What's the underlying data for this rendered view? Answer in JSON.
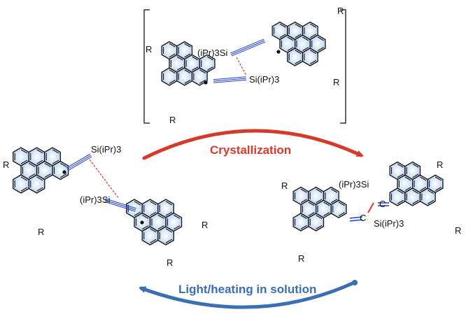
{
  "colors": {
    "crystallization": "#d63a2c",
    "solution": "#3a6fb5",
    "bond_highlight": "#1f3fd0",
    "contact_dash": "#d63a2c",
    "ring_fill": "#cfe0f5"
  },
  "labels": {
    "substituent": "R",
    "silyl_tail": "Si(iPr)3",
    "silyl_head": "(iPr)3Si",
    "carbene_mark": "C"
  },
  "processes": {
    "crystallization": "Crystallization",
    "solution": "Light/heating in solution"
  }
}
